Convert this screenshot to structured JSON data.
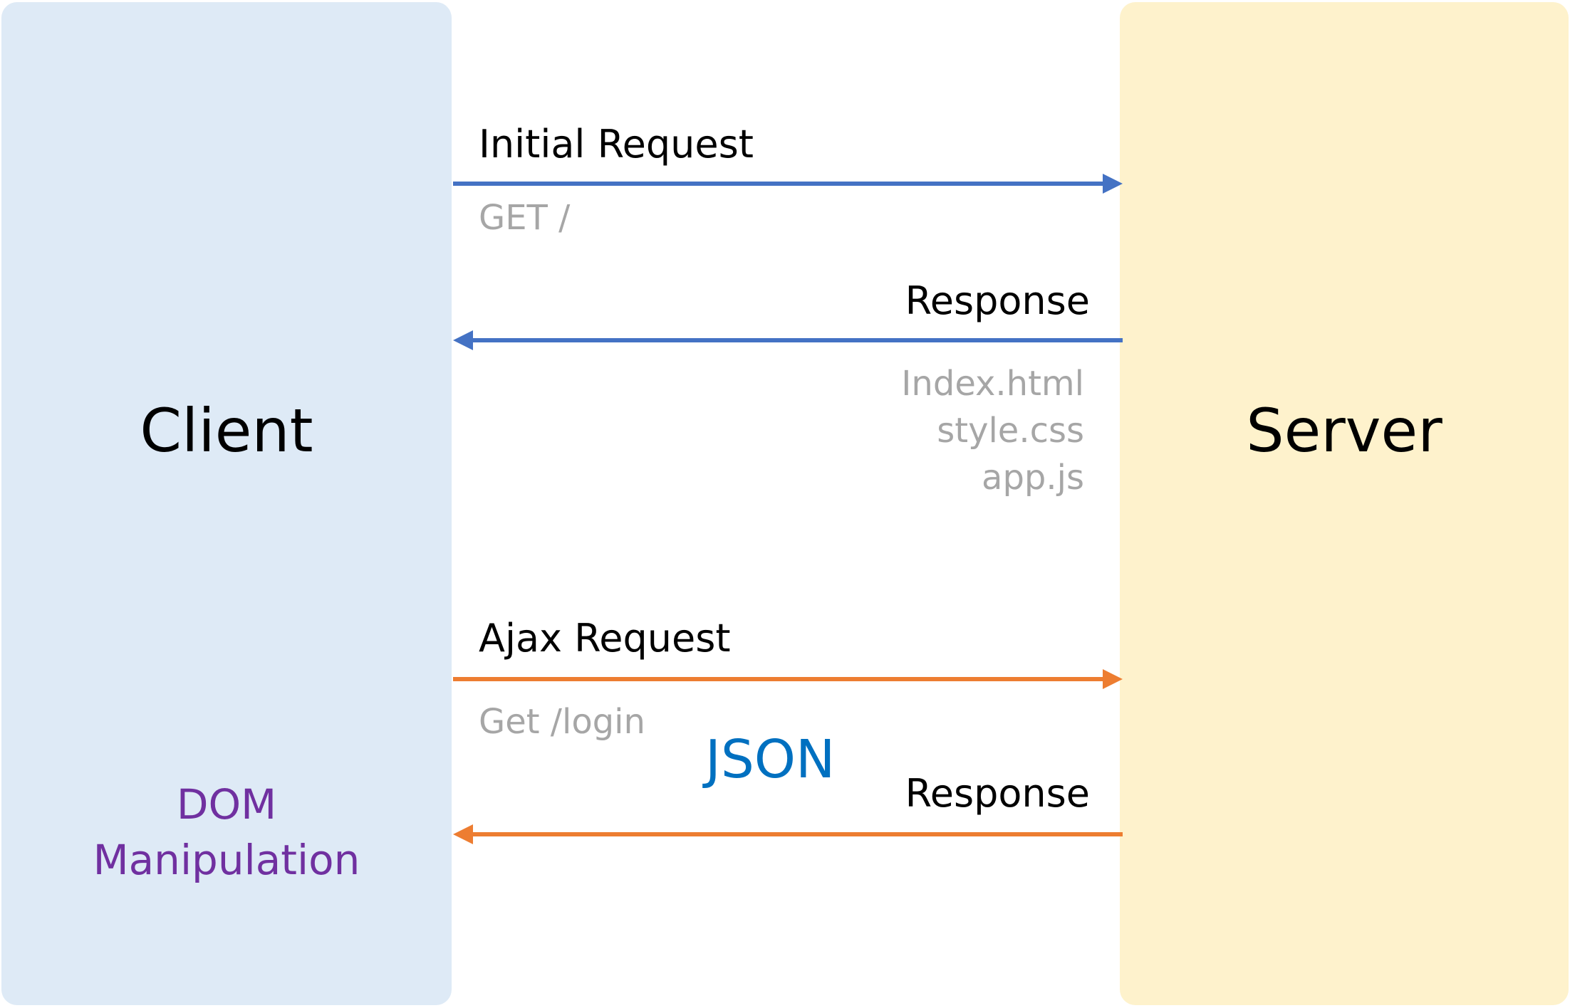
{
  "client": {
    "title": "Client",
    "dom_line1": "DOM",
    "dom_line2": "Manipulation"
  },
  "server": {
    "title": "Server"
  },
  "flows": {
    "initial_request": {
      "label": "Initial Request",
      "detail": "GET /"
    },
    "initial_response": {
      "label": "Response",
      "files": [
        "Index.html",
        "style.css",
        "app.js"
      ]
    },
    "ajax_request": {
      "label": "Ajax Request",
      "detail": "Get /login"
    },
    "ajax_response": {
      "label": "Response",
      "payload": "JSON"
    }
  },
  "colors": {
    "client_bg": "#deeaf6",
    "server_bg": "#fef2cc",
    "initial_arrow": "#4472c4",
    "ajax_arrow": "#ed7d31",
    "detail_text": "#a6a6a6",
    "json_text": "#0070c0",
    "dom_text": "#7030a0"
  }
}
